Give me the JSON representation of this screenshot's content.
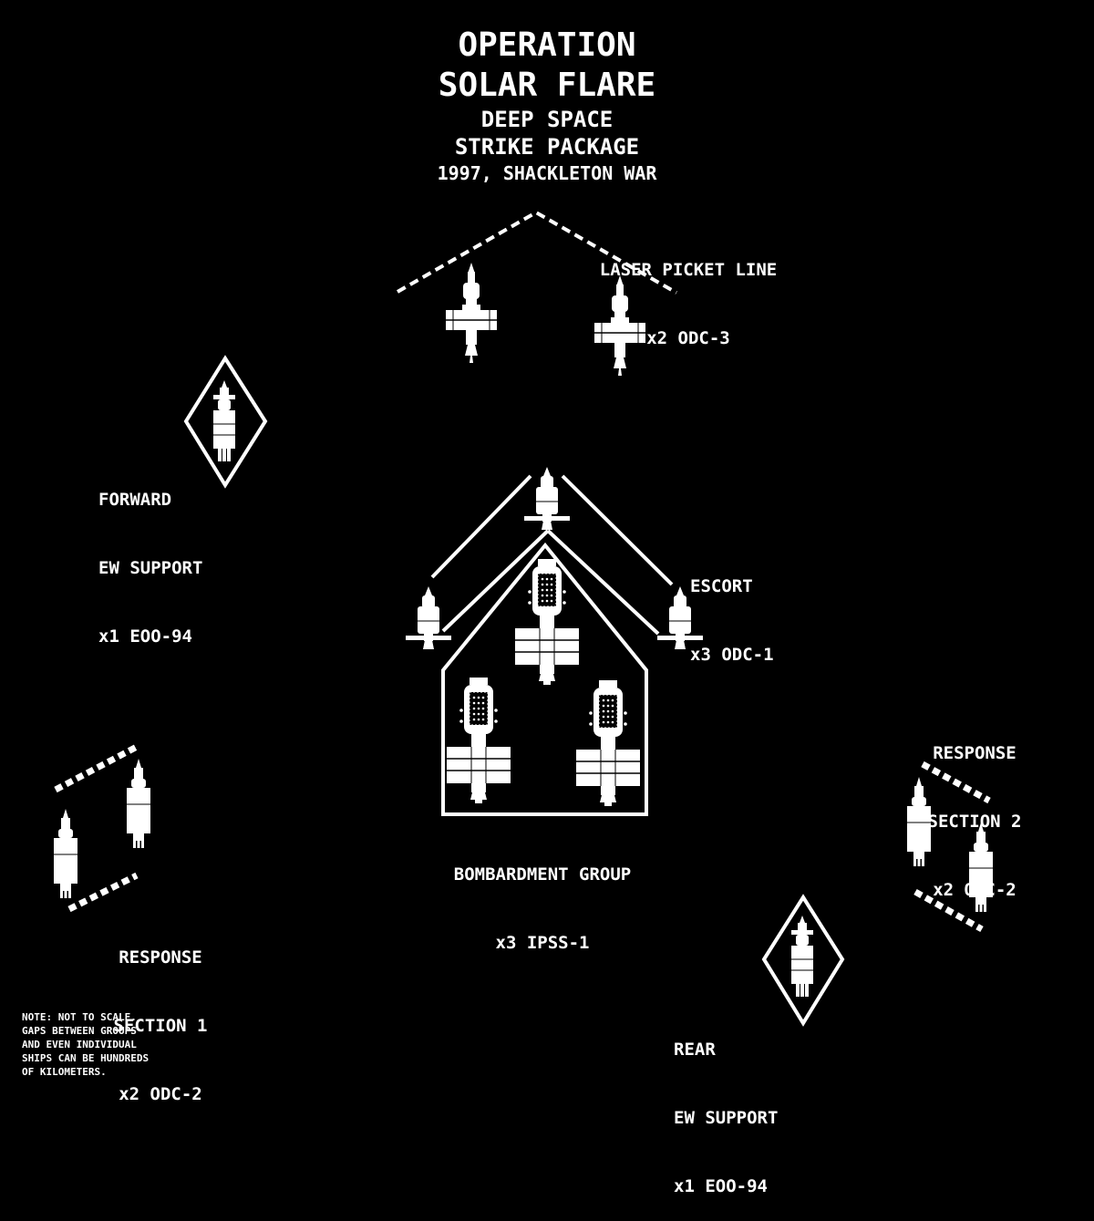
{
  "title": {
    "line1": "OPERATION",
    "line2": "SOLAR FLARE",
    "line3": "DEEP SPACE",
    "line4": "STRIKE PACKAGE",
    "line5": "1997, SHACKLETON WAR"
  },
  "groups": {
    "laser_picket": {
      "line1": "LASER PICKET LINE",
      "line2": "x2 ODC-3"
    },
    "forward_ew": {
      "line1": "FORWARD",
      "line2": "EW SUPPORT",
      "line3": "x1 EOO-94"
    },
    "escort": {
      "line1": "ESCORT",
      "line2": "x3 ODC-1"
    },
    "bombardment": {
      "line1": "BOMBARDMENT GROUP",
      "line2": "x3 IPSS-1"
    },
    "response_1": {
      "line1": "RESPONSE",
      "line2": "SECTION 1",
      "line3": "x2 ODC-2"
    },
    "response_2": {
      "line1": "RESPONSE",
      "line2": "SECTION 2",
      "line3": "x2 ODC-2"
    },
    "rear_ew": {
      "line1": "REAR",
      "line2": "EW SUPPORT",
      "line3": "x1 EOO-94"
    }
  },
  "note": {
    "line1": "NOTE: NOT TO SCALE.",
    "line2": "GAPS BETWEEN GROUPS",
    "line3": "AND EVEN INDIVIDUAL",
    "line4": "SHIPS CAN BE HUNDREDS",
    "line5": "OF KILOMETERS."
  },
  "colors": {
    "background": "#000000",
    "foreground": "#ffffff"
  },
  "icons": {
    "picket_ship": "odc3-ship-icon",
    "escort_ship": "odc1-ship-icon",
    "bomber_ship": "ipss1-ship-icon",
    "response_ship": "odc2-ship-icon",
    "ew_ship": "eoo94-ship-icon"
  }
}
